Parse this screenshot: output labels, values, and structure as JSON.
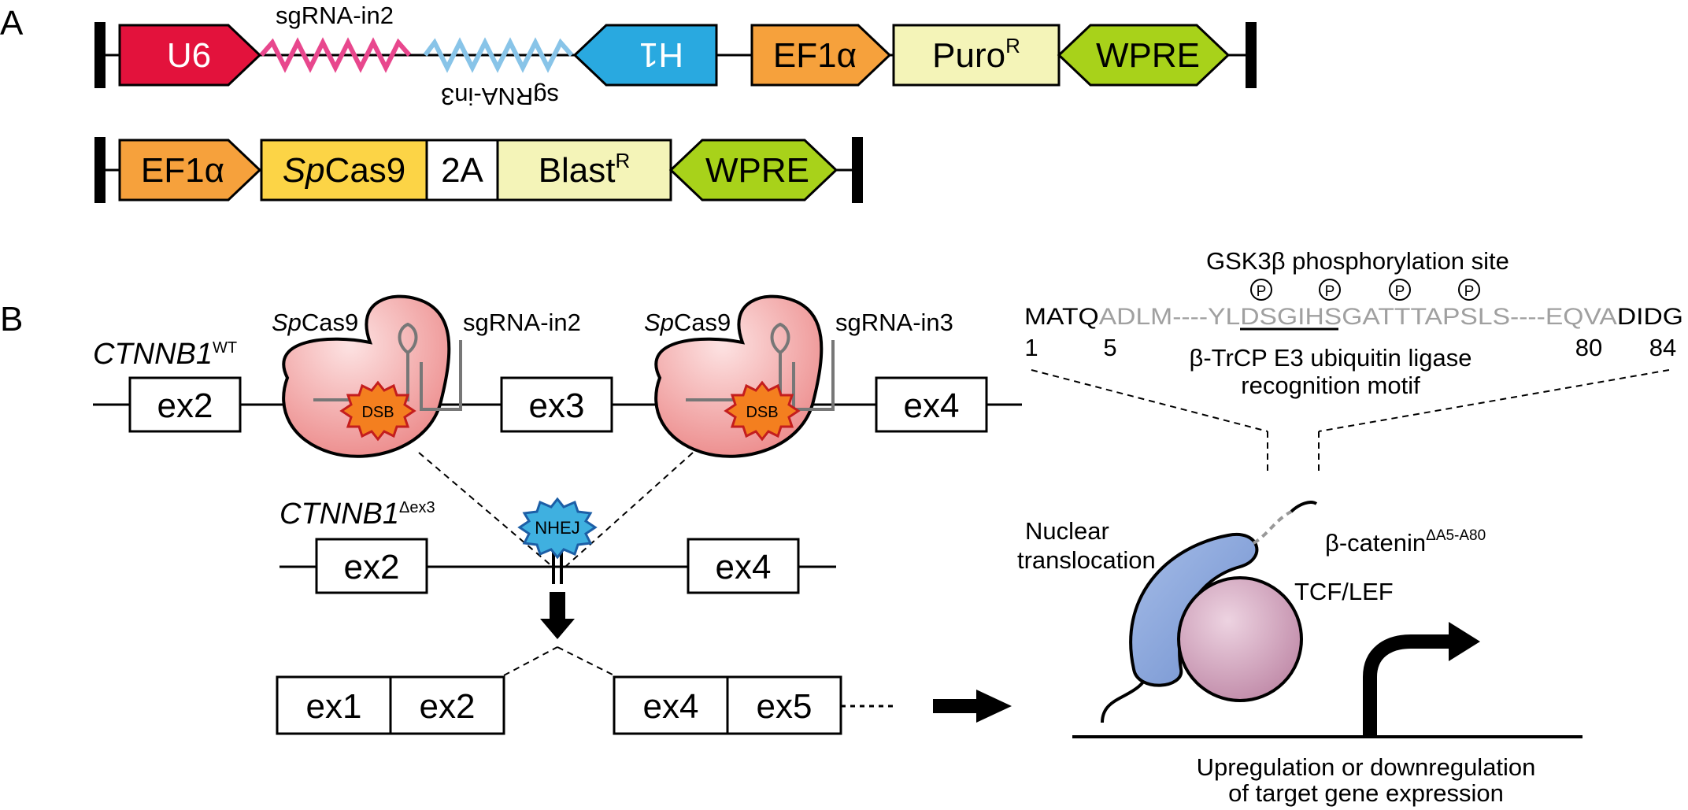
{
  "panelA": {
    "label": "A",
    "construct1": {
      "u6": "U6",
      "sgrna_in2": "sgRNA-in2",
      "sgrna_in3": "sgRNA-in3",
      "h1": "H1",
      "ef1a": "EF1α",
      "puro": "Puro",
      "puro_sup": "R",
      "wpre": "WPRE"
    },
    "construct2": {
      "ef1a": "EF1α",
      "spcas9_it": "Sp",
      "spcas9": "Cas9",
      "twoA": "2A",
      "blast": "Blast",
      "blast_sup": "R",
      "wpre": "WPRE"
    },
    "colors": {
      "u6": "#e3123c",
      "h1": "#29a9e0",
      "ef1a": "#f6a13c",
      "cas9": "#fcd446",
      "resist": "#f4f4b8",
      "wpre": "#a8d21a",
      "sg2": "#e8478d",
      "sg3": "#88c4e8"
    }
  },
  "panelB": {
    "label": "B",
    "wt_gene_it": "CTNNB1",
    "wt_gene_sup": "WT",
    "spcas9_it": "Sp",
    "spcas9": "Cas9",
    "sgrna_in2": "sgRNA-in2",
    "sgrna_in3": "sgRNA-in3",
    "dsb": "DSB",
    "ex2": "ex2",
    "ex3": "ex3",
    "ex4": "ex4",
    "del_gene_it": "CTNNB1",
    "del_gene_sup": "Δex3",
    "nhej": "NHEJ",
    "mrna": [
      "ex1",
      "ex2",
      "ex4",
      "ex5"
    ],
    "gsk": "GSK3β phosphorylation site",
    "phospho": "P",
    "seq": {
      "black1": "MATQ",
      "grey1": "ADLM----YL",
      "under": "DSGIHS",
      "grey2": "GATTTAPSLS----EQVA",
      "black2": "DIDG"
    },
    "positions": [
      "1",
      "5",
      "80",
      "84"
    ],
    "motif_line1": "β-TrCP E3 ubiquitin ligase",
    "motif_line2": "recognition motif",
    "nuclear_line1": "Nuclear",
    "nuclear_line2": "translocation",
    "bcat": "β-catenin",
    "bcat_sup": "ΔA5-A80",
    "tcf": "TCF/LEF",
    "up_line1": "Upregulation or downregulation",
    "up_line2": "of target gene expression"
  }
}
